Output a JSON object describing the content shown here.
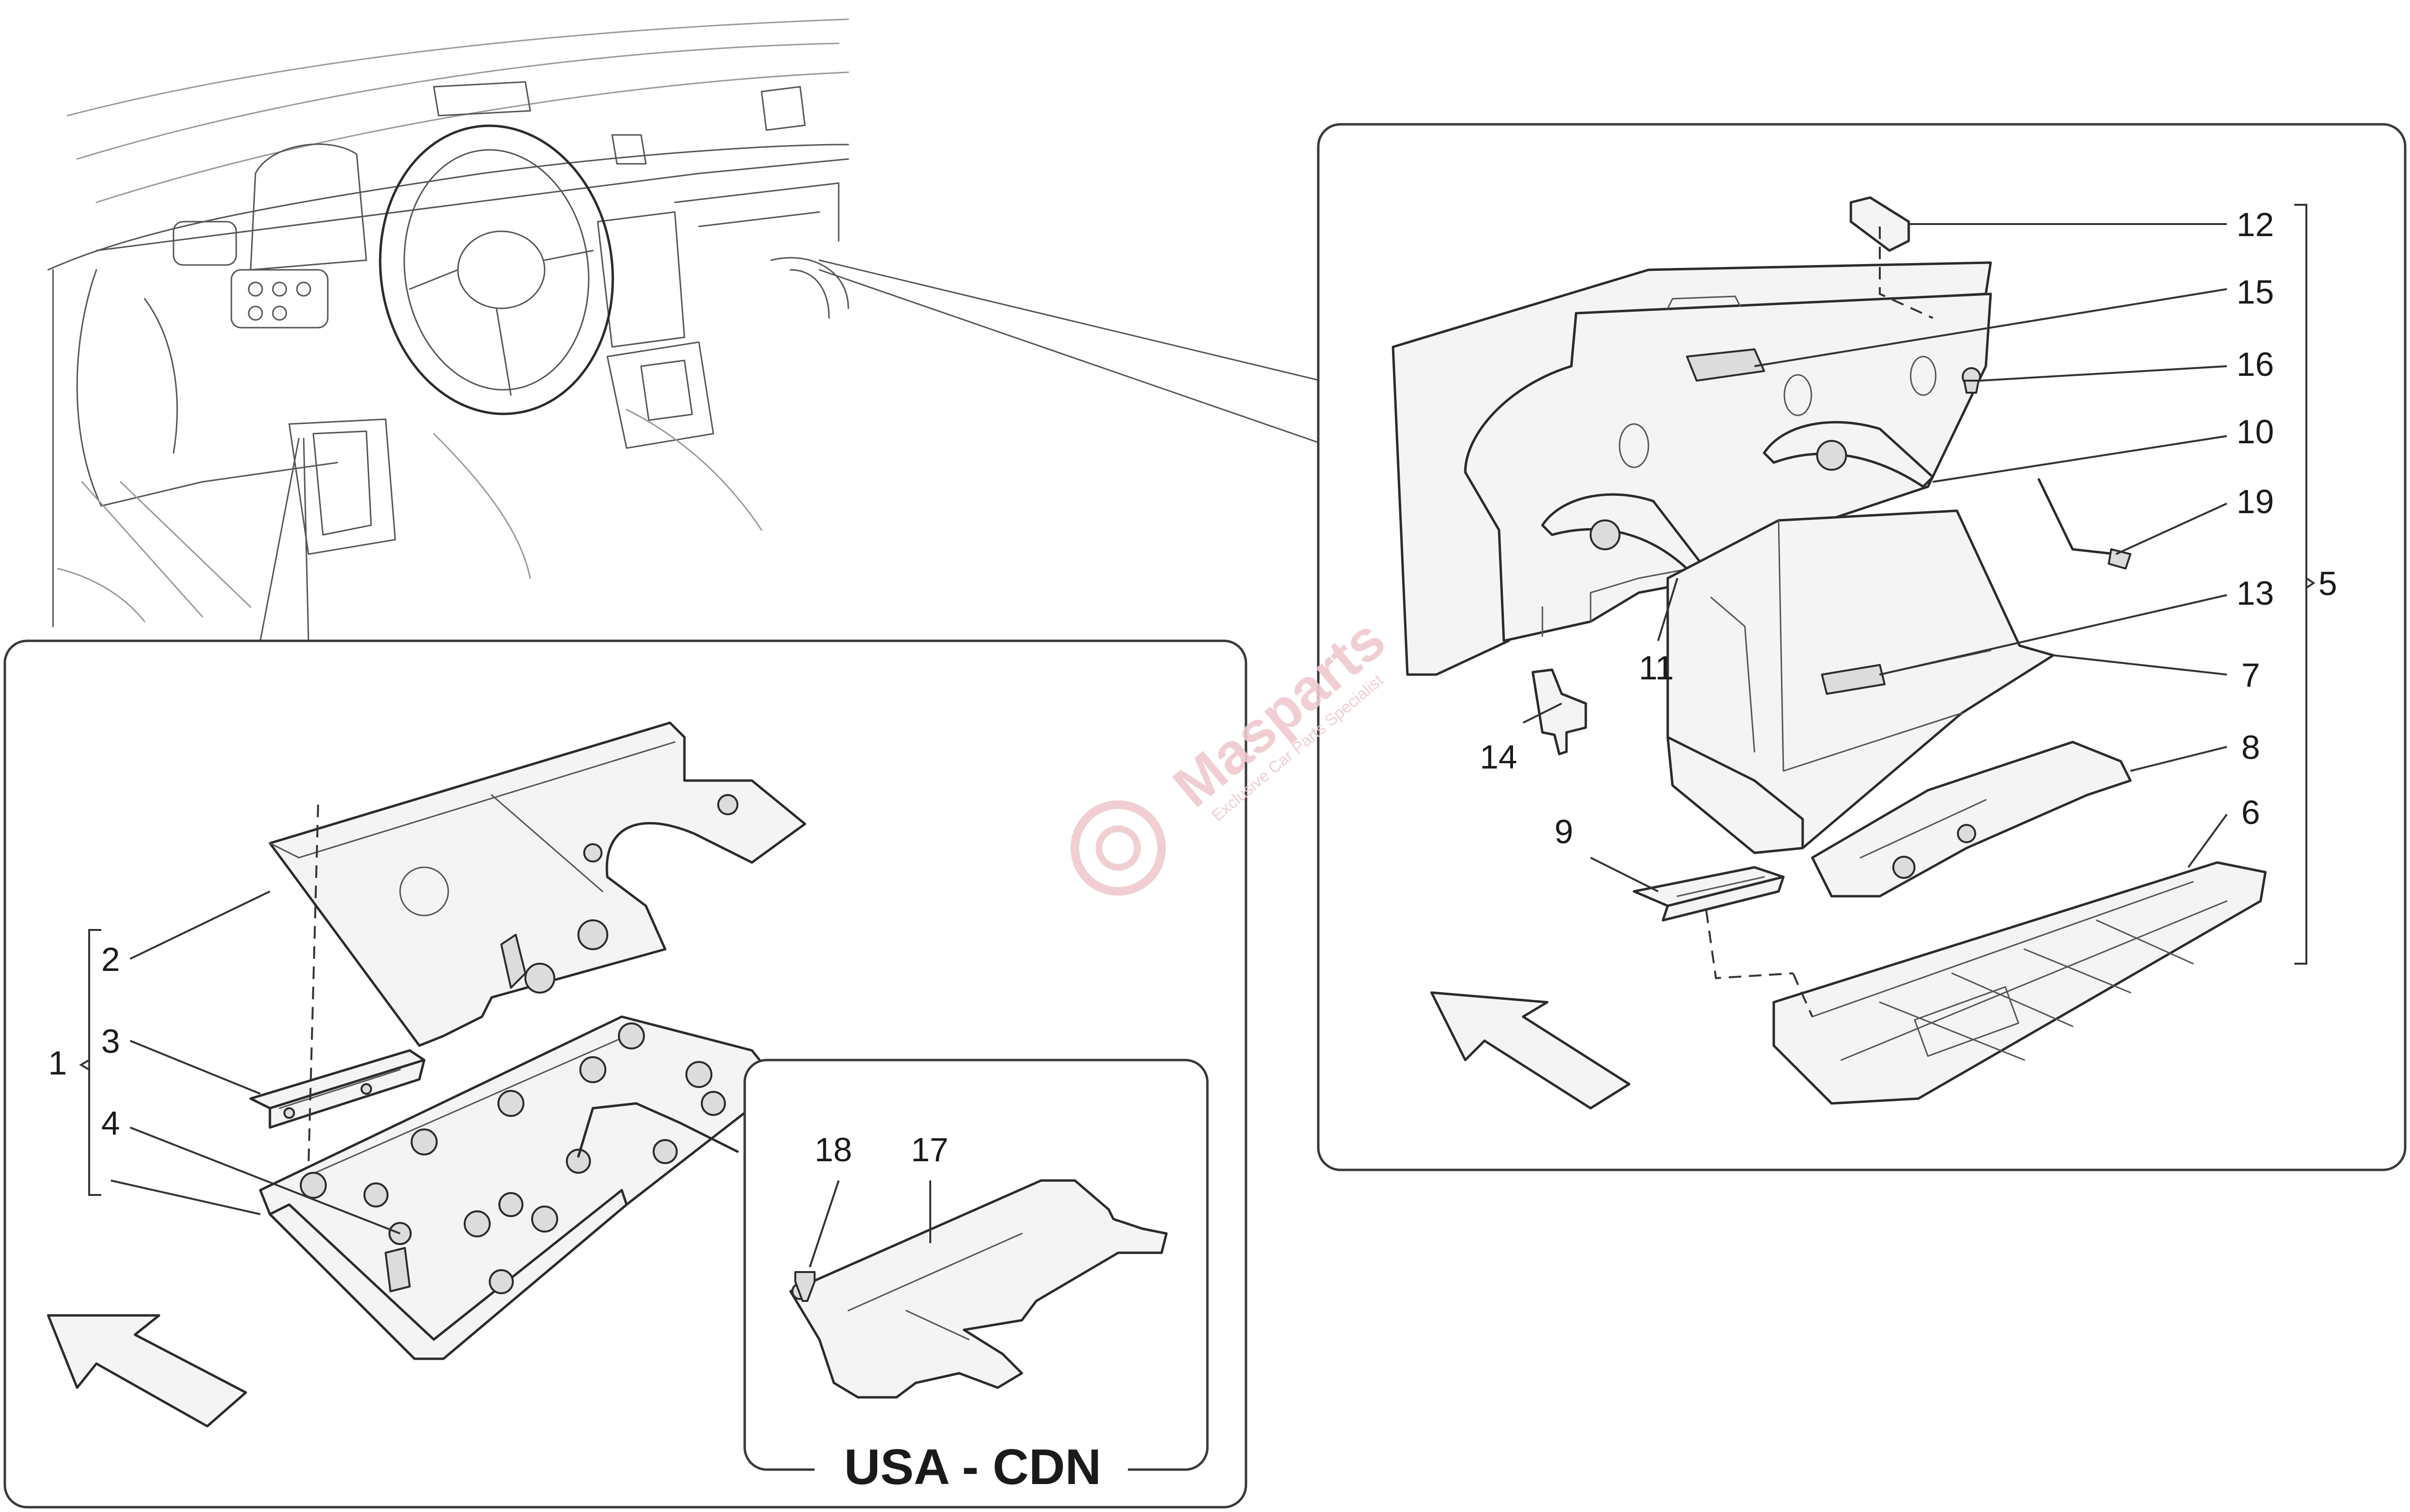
{
  "callouts": {
    "n1": "1",
    "n2": "2",
    "n3": "3",
    "n4": "4",
    "n5": "5",
    "n6": "6",
    "n7": "7",
    "n8": "8",
    "n9": "9",
    "n10": "10",
    "n11": "11",
    "n12": "12",
    "n13": "13",
    "n14": "14",
    "n15": "15",
    "n16": "16",
    "n17": "17",
    "n18": "18",
    "n19": "19"
  },
  "variant_label": "USA - CDN",
  "watermark": {
    "brand": "Masparts",
    "tagline": "Exclusive Car Parts Specialist"
  },
  "colors": {
    "line": "#2b2b2b",
    "part_fill": "#f4f4f4",
    "watermark": "#f0c9cd"
  }
}
